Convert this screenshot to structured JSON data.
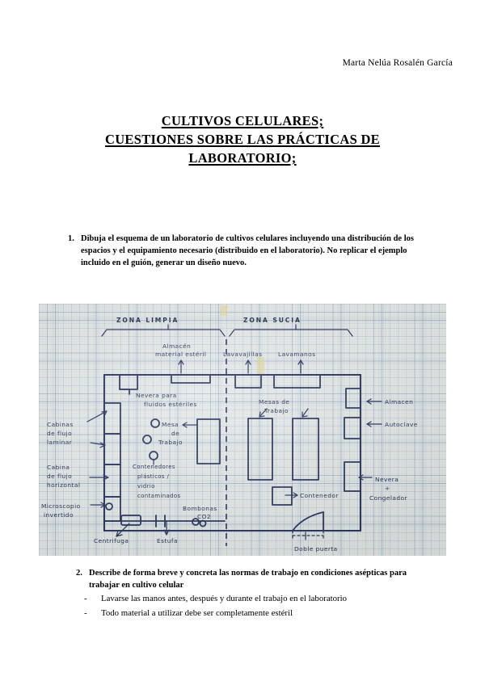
{
  "document": {
    "author": "Marta Nelúa Rosalén García",
    "title_lines": [
      "CULTIVOS CELULARES;",
      "CUESTIONES SOBRE LAS PRÁCTICAS DE",
      "LABORATORIO;"
    ]
  },
  "questions": [
    {
      "number": "1.",
      "text": "Dibuja el esquema de un laboratorio de cultivos celulares incluyendo una distribución de los espacios y el equipamiento necesario (distribuido en el laboratorio). No replicar el ejemplo incluido en el guión, generar un diseño nuevo."
    },
    {
      "number": "2.",
      "text": "Describe de forma breve y concreta las normas de trabajo en condiciones asépticas para trabajar en cultivo celular"
    }
  ],
  "answers": {
    "bullet_marker": "-",
    "items": [
      "Lavarse las manos antes, después y durante el trabajo en el laboratorio",
      "Todo material a utilizar debe ser completamente estéril"
    ]
  },
  "diagram": {
    "caption_zones": {
      "clean": "ZONA LIMPIA",
      "dirty": "ZONA SUCIA"
    },
    "labels": {
      "almacen_esteril_l1": "Almacén",
      "almacen_esteril_l2": "material estéril",
      "lavavajillas": "Lavavajillas",
      "lavamanos": "Lavamanos",
      "nevera_fluidos_l1": "Nevera para",
      "nevera_fluidos_l2": "fluidos estériles",
      "mesa_trabajo_l1": "Mesa",
      "mesa_trabajo_l2": "de",
      "mesa_trabajo_l3": "Trabajo",
      "mesas_trabajo_l1": "Mesas de",
      "mesas_trabajo_l2": "Trabajo",
      "cabinas_laminar_l1": "Cabinas",
      "cabinas_laminar_l2": "de flujo",
      "cabinas_laminar_l3": "laminar",
      "cabina_horizontal_l1": "Cabina",
      "cabina_horizontal_l2": "de flujo",
      "cabina_horizontal_l3": "horizontal",
      "microscopio_l1": "Microscopio",
      "microscopio_l2": "invertido",
      "contenedores_l1": "Contenedores",
      "contenedores_l2": "plásticos /",
      "contenedores_l3": "vidrio",
      "contenedores_l4": "contaminados",
      "centrifuga": "Centrifuga",
      "estufa": "Estufa",
      "bombonas_l1": "Bombonas",
      "bombonas_l2": "CO2",
      "contenedor": "Contenedor",
      "almacen": "Almacen",
      "autoclave": "Autoclave",
      "nevera_l1": "Nevera",
      "nevera_plus": "+",
      "nevera_l2": "Congelador",
      "doble_puerta": "Doble puerta"
    },
    "colors": {
      "ink": "#1a2452",
      "grid": "#7896b9",
      "paper": "#e9eae4",
      "tape": "#e2ce7c"
    }
  }
}
